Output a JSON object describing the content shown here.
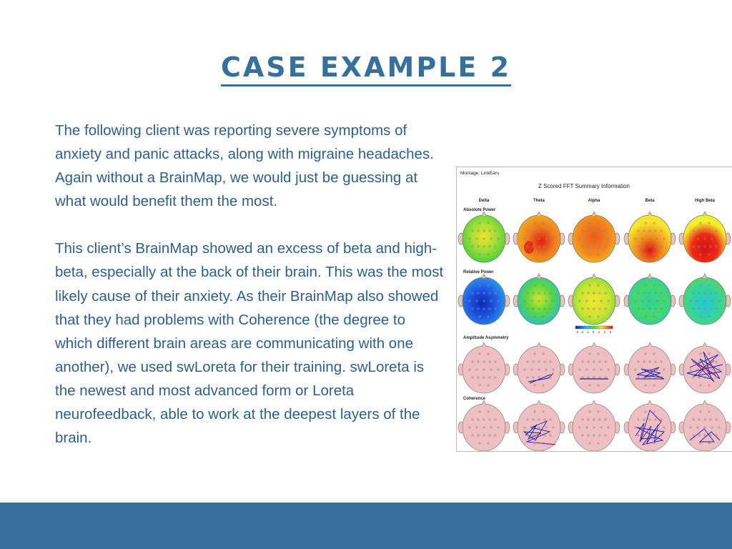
{
  "slide": {
    "title": "CASE EXAMPLE 2",
    "paragraph1": "The following client was reporting severe symptoms of anxiety and panic attacks, along with migraine headaches. Again without a BrainMap, we would just be guessing at what would benefit them the most.",
    "paragraph2": "This client’s BrainMap showed an excess of beta and high-beta, especially at the back of their brain. This was the most likely cause of their anxiety. As their BrainMap also showed that they had problems with Coherence (the degree to which different brain areas are communicating with one another), we used swLoreta for their training. swLoreta is the newest and most advanced form or Loreta neurofeedback, able to work at the deepest layers of the brain."
  },
  "figure": {
    "montage": "Montage:  LinkEars",
    "title": "Z Scored FFT Summary Information",
    "bands": [
      "Delta",
      "Theta",
      "Alpha",
      "Beta",
      "High Beta"
    ],
    "rows": [
      "Absolute Power",
      "Relative Power",
      "Amplitude Asymmetry",
      "Coherence"
    ],
    "scale_labels": [
      "-3",
      "-2",
      "-1",
      "0",
      "1",
      "2",
      "3"
    ],
    "colors": {
      "accent": "#36709d",
      "text": "#2f5f87",
      "head_fill_pink": "#efbfc1",
      "line_blue": "#1a1ab5"
    }
  }
}
